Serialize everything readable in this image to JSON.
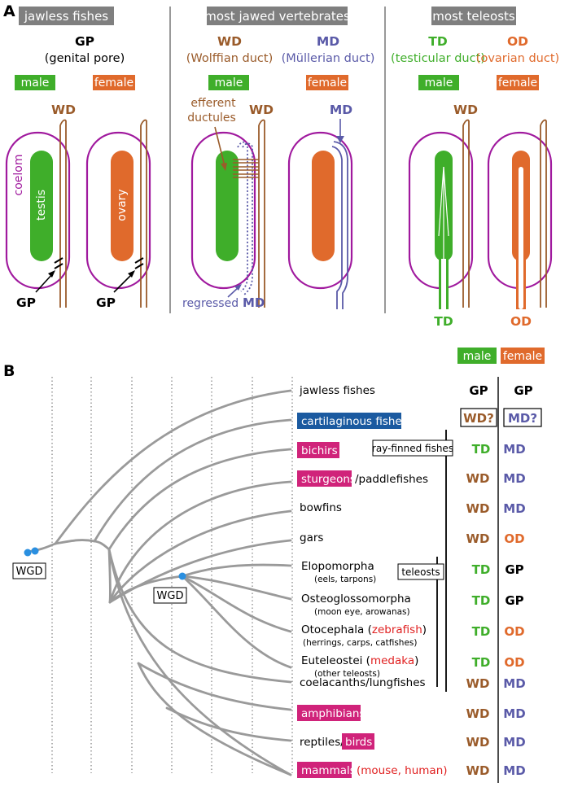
{
  "panel_a": {
    "label": "A",
    "section_headers": [
      "jawless fishes",
      "most jawed vertebrates",
      "most teleosts"
    ],
    "abbrev": {
      "gp": "GP",
      "gp_full": "(genital pore)",
      "wd": "WD",
      "wd_full": "(Wolffian duct)",
      "md": "MD",
      "md_full": "(Müllerian duct)",
      "td": "TD",
      "td_full": "(testicular duct)",
      "od": "OD",
      "od_full": "(ovarian duct)"
    },
    "sex_labels": {
      "male": "male",
      "female": "female"
    },
    "organs": {
      "coelom": "coelom",
      "testis": "testis",
      "ovary": "ovary"
    },
    "annotations": {
      "efferent_1": "efferent",
      "efferent_2": "ductules",
      "regressed": "regressed",
      "regressed_md": "MD"
    }
  },
  "panel_b": {
    "label": "B",
    "column_headers": {
      "male": "male",
      "female": "female"
    },
    "wgd": "WGD",
    "clade_boxes": {
      "ray_finned": "ray-finned fishes",
      "teleosts": "teleosts"
    },
    "taxa": [
      {
        "name": "jawless fishes",
        "male": "GP",
        "female": "GP"
      },
      {
        "name": "cartilaginous fishes",
        "male": "WD?",
        "female": "MD?"
      },
      {
        "name": "bichirs",
        "male": "TD",
        "female": "MD"
      },
      {
        "name": "sturgeons",
        "suffix": "/paddlefishes",
        "male": "WD",
        "female": "MD"
      },
      {
        "name": "bowfins",
        "male": "WD",
        "female": "MD"
      },
      {
        "name": "gars",
        "male": "WD",
        "female": "OD"
      },
      {
        "name": "Elopomorpha",
        "sub": "(eels, tarpons)",
        "male": "TD",
        "female": "GP"
      },
      {
        "name": "Osteoglossomorpha",
        "sub": "(moon eye, arowanas)",
        "male": "TD",
        "female": "GP"
      },
      {
        "name": "Otocephala (",
        "model": "zebrafish",
        "after": ")",
        "sub": "(herrings, carps, catfishes)",
        "male": "TD",
        "female": "OD"
      },
      {
        "name": "Euteleostei (",
        "model": "medaka",
        "after": ")",
        "sub": "(other teleosts)",
        "male": "TD",
        "female": "OD"
      },
      {
        "name": "coelacanths/lungfishes",
        "male": "WD",
        "female": "MD"
      },
      {
        "name": "amphibians",
        "male": "WD",
        "female": "MD"
      },
      {
        "name": "reptiles/",
        "boxed": "birds",
        "male": "WD",
        "female": "MD"
      },
      {
        "name": "mammals",
        "model": "(mouse, human)",
        "male": "WD",
        "female": "MD"
      }
    ]
  },
  "colors": {
    "male": "#3fae2a",
    "female": "#e06a2c",
    "wd": "#9a5b2a",
    "md": "#5a5aa8",
    "td": "#3fae2a",
    "od": "#e06a2c",
    "coelom": "#a0199e",
    "magenta": "#d0237a",
    "cartilaginous": "#1b5aa0",
    "model": "#e02020",
    "wgd_dot": "#2a8fe0",
    "tree": "#9a9a9a",
    "header_bg": "#7f7f7f"
  }
}
